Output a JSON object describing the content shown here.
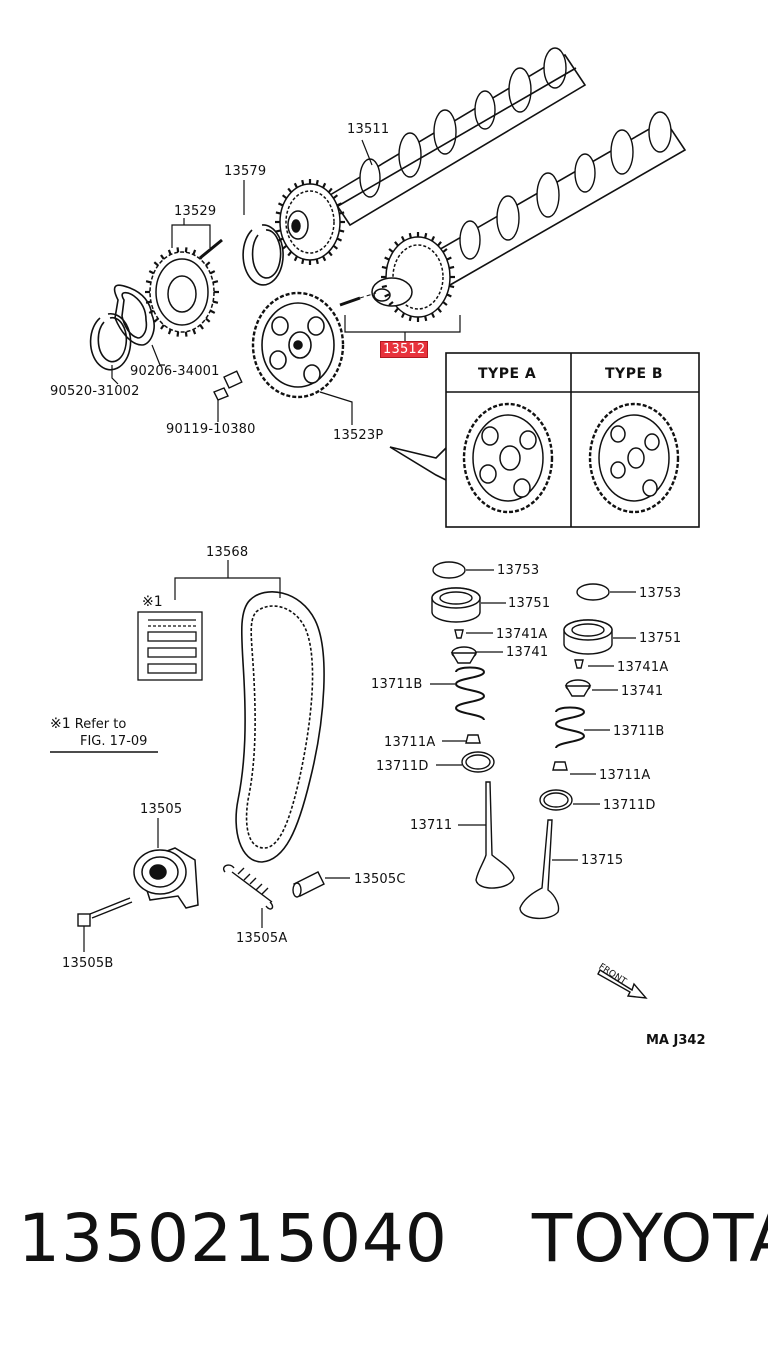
{
  "parts": {
    "p13511": "13511",
    "p13579": "13579",
    "p13529": "13529",
    "p13512": "13512",
    "p90206": "90206-34001",
    "p90520": "90520-31002",
    "p90119": "90119-10380",
    "p13523p": "13523P",
    "p13568": "13568",
    "p13753a": "13753",
    "p13751a": "13751",
    "p13741aa": "13741A",
    "p13741a": "13741",
    "p13711ba": "13711B",
    "p13711aa": "13711A",
    "p13711da": "13711D",
    "p13711": "13711",
    "p13753b": "13753",
    "p13751b": "13751",
    "p13741ab": "13741A",
    "p13741b": "13741",
    "p13711bb": "13711B",
    "p13711ab": "13711A",
    "p13711db": "13711D",
    "p13715": "13715",
    "p13505": "13505",
    "p13505c": "13505C",
    "p13505a": "13505A",
    "p13505b": "13505B"
  },
  "types": {
    "a": "TYPE A",
    "b": "TYPE B"
  },
  "note": {
    "mark": "※1",
    "refer": "Refer to",
    "fig": "FIG. 17-09"
  },
  "front_label": "FRONT",
  "diagram_code": "MA J342",
  "footer": {
    "part_number": "1350215040",
    "brand": "TOYOTA"
  },
  "colors": {
    "highlight": "#e8323c",
    "line": "#111111"
  }
}
